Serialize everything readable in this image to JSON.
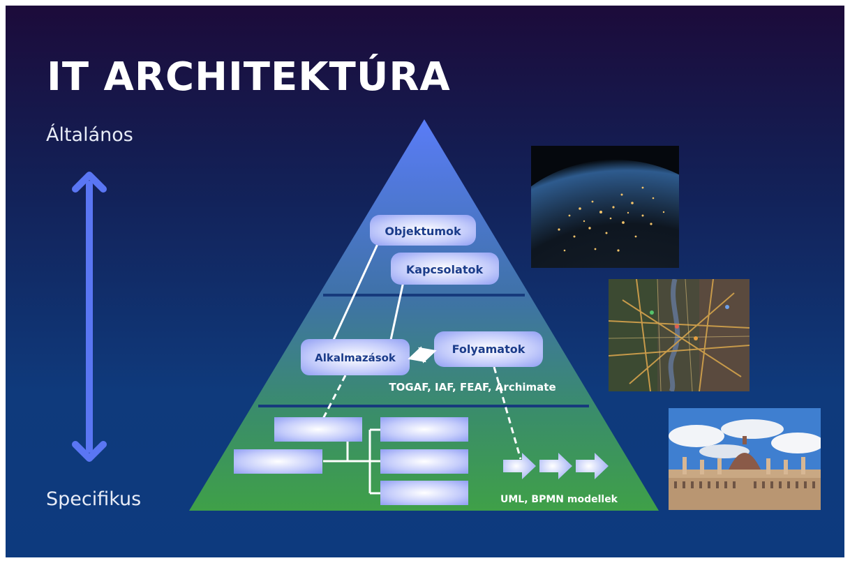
{
  "slide": {
    "title": "IT ARCHITEKTÚRA"
  },
  "scale": {
    "top_label": "Általános",
    "bottom_label": "Specifikus"
  },
  "pyramid": {
    "top_section": {
      "boxes": [
        "Objektumok",
        "Kapcsolatok"
      ]
    },
    "middle_section": {
      "boxes": [
        "Alkalmazások",
        "Folyamatok"
      ],
      "frameworks_label": "TOGAF, IAF, FEAF, Archimate"
    },
    "bottom_section": {
      "models_label": "UML, BPMN modellek"
    }
  },
  "images": [
    {
      "name": "earth-at-night",
      "description": "earth at night"
    },
    {
      "name": "city-map",
      "description": "map"
    },
    {
      "name": "parliament-building",
      "description": "building"
    }
  ],
  "colors": {
    "background_top": "#1c0b3a",
    "background_bottom": "#0d3a7e",
    "pyramid_top": "#5b7cf6",
    "pyramid_bottom": "#3e9a48",
    "arrow": "#5a76f3",
    "box_text": "#1b3c8a"
  }
}
